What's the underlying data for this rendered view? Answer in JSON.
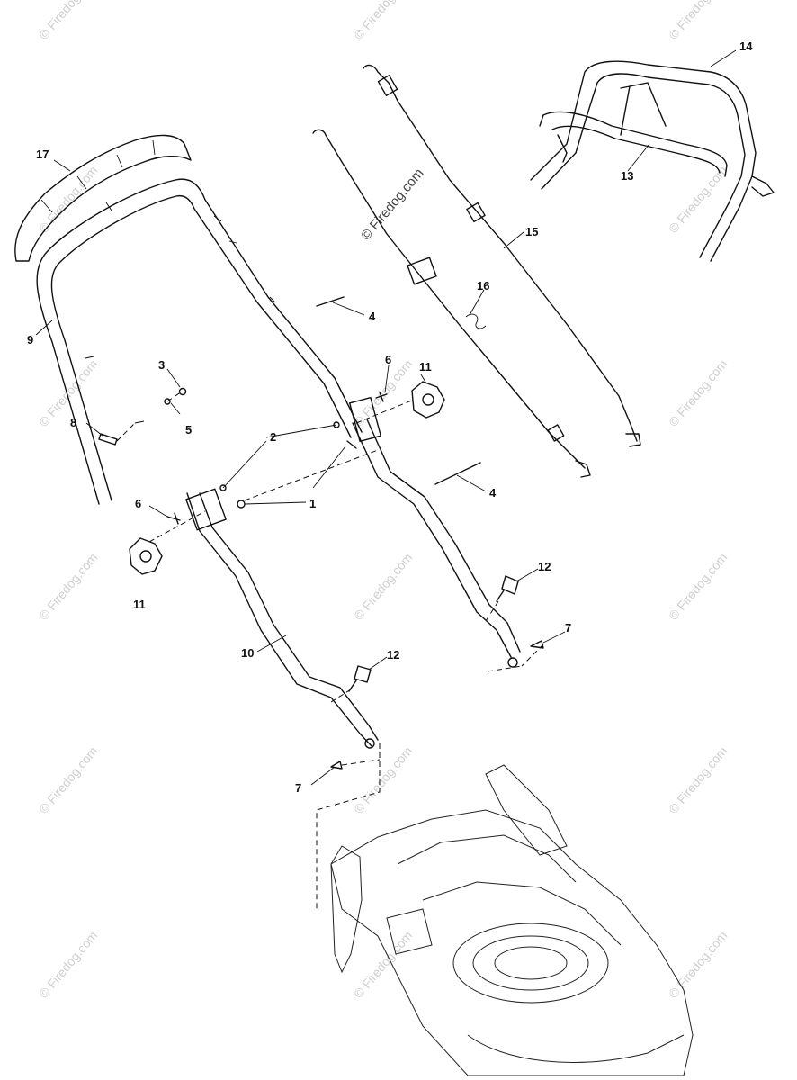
{
  "callouts": {
    "c1": "1",
    "c2": "2",
    "c3": "3",
    "c4a": "4",
    "c4b": "4",
    "c5": "5",
    "c6a": "6",
    "c6b": "6",
    "c7a": "7",
    "c7b": "7",
    "c8": "8",
    "c9": "9",
    "c10": "10",
    "c11a": "11",
    "c11b": "11",
    "c12a": "12",
    "c12b": "12",
    "c13": "13",
    "c14": "14",
    "c15": "15",
    "c16": "16",
    "c17": "17"
  },
  "watermark": {
    "main": "© Firedog.com",
    "repeat": "© Firedog.com"
  }
}
